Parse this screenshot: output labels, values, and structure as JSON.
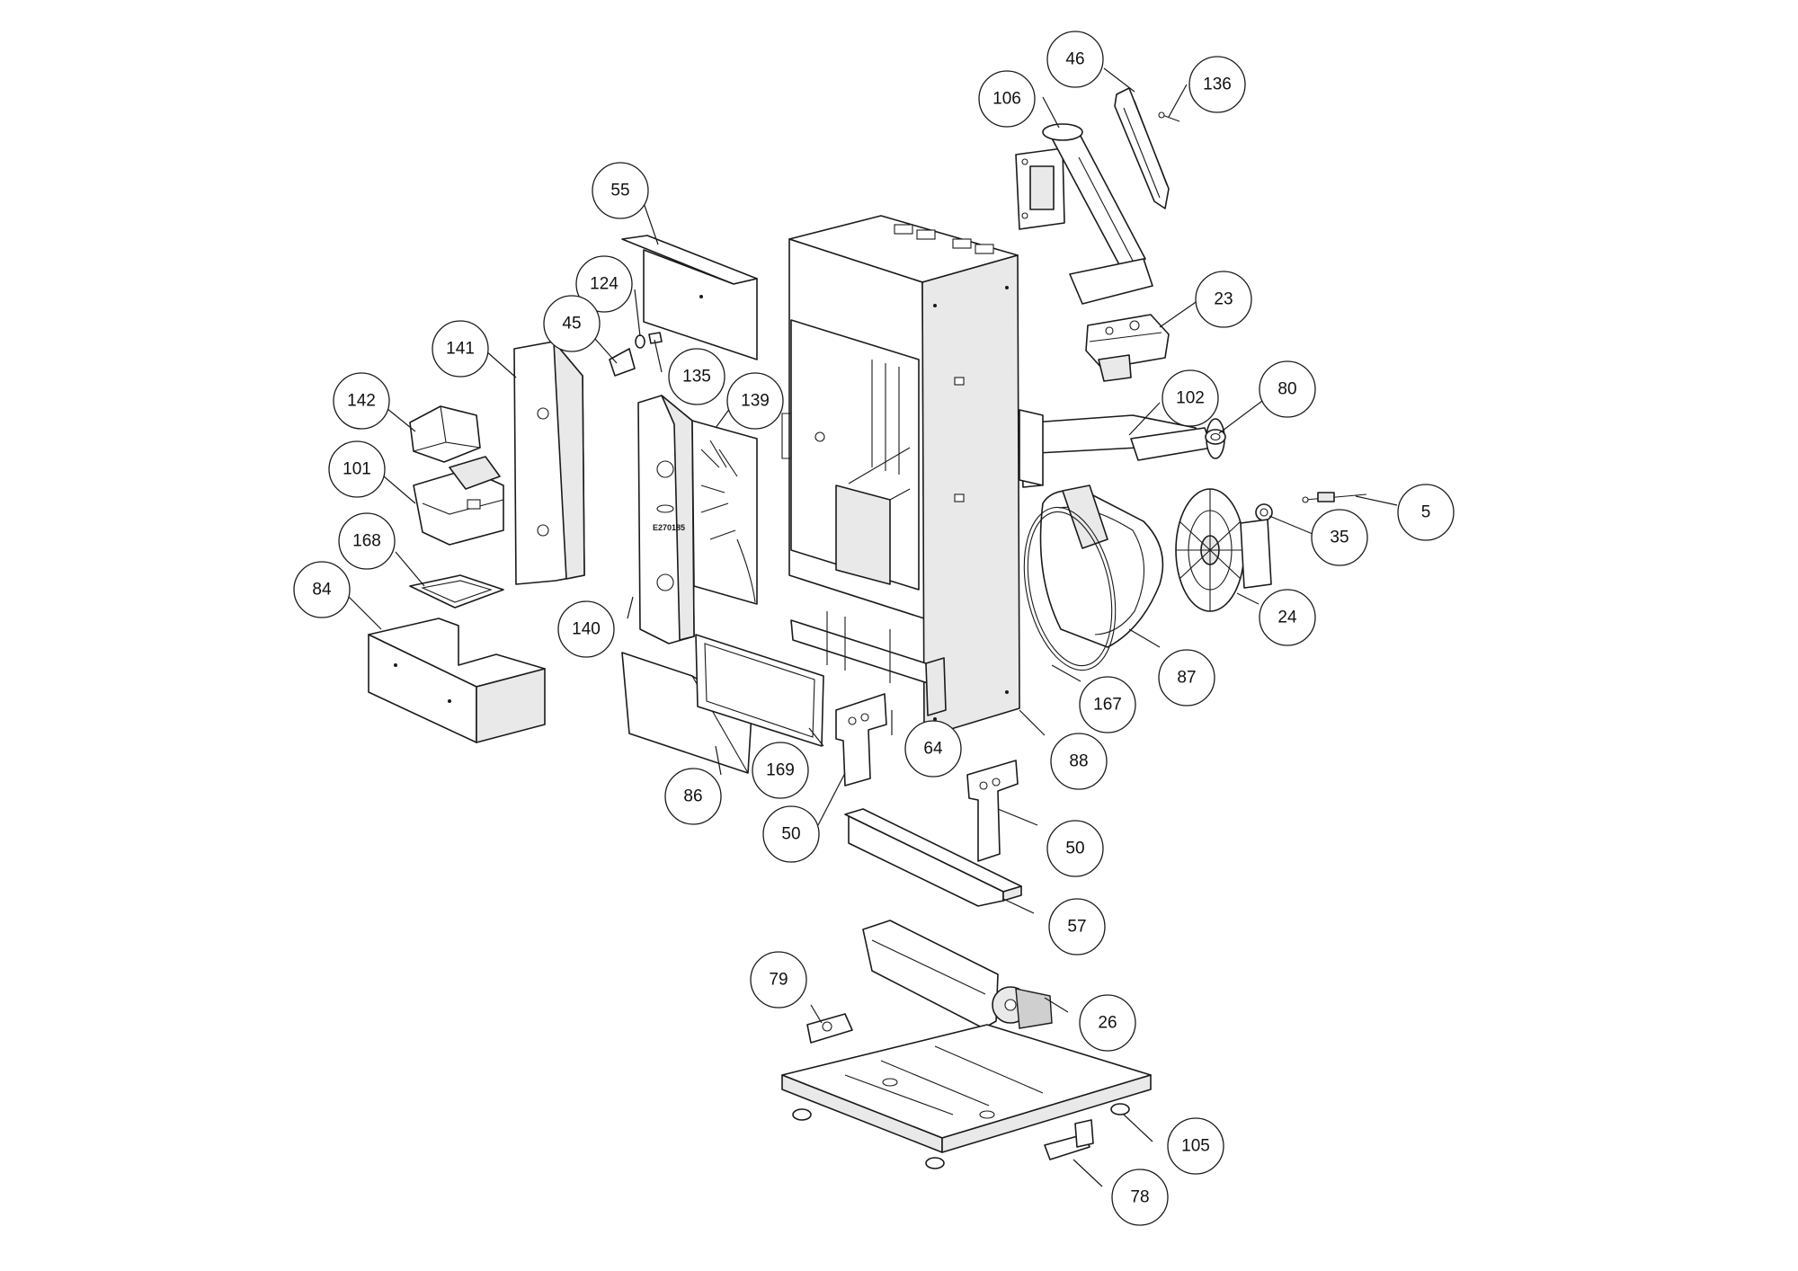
{
  "diagram": {
    "stamp_text": "E270185",
    "callouts": [
      {
        "id": "46",
        "label": "46"
      },
      {
        "id": "136",
        "label": "136"
      },
      {
        "id": "106",
        "label": "106"
      },
      {
        "id": "55",
        "label": "55"
      },
      {
        "id": "124",
        "label": "124"
      },
      {
        "id": "45",
        "label": "45"
      },
      {
        "id": "141",
        "label": "141"
      },
      {
        "id": "135",
        "label": "135"
      },
      {
        "id": "139",
        "label": "139"
      },
      {
        "id": "142",
        "label": "142"
      },
      {
        "id": "101",
        "label": "101"
      },
      {
        "id": "23",
        "label": "23"
      },
      {
        "id": "102",
        "label": "102"
      },
      {
        "id": "80",
        "label": "80"
      },
      {
        "id": "5",
        "label": "5"
      },
      {
        "id": "35",
        "label": "35"
      },
      {
        "id": "168",
        "label": "168"
      },
      {
        "id": "84",
        "label": "84"
      },
      {
        "id": "140",
        "label": "140"
      },
      {
        "id": "24",
        "label": "24"
      },
      {
        "id": "87",
        "label": "87"
      },
      {
        "id": "167",
        "label": "167"
      },
      {
        "id": "64",
        "label": "64"
      },
      {
        "id": "169",
        "label": "169"
      },
      {
        "id": "88",
        "label": "88"
      },
      {
        "id": "86",
        "label": "86"
      },
      {
        "id": "50a",
        "label": "50"
      },
      {
        "id": "50b",
        "label": "50"
      },
      {
        "id": "57",
        "label": "57"
      },
      {
        "id": "79",
        "label": "79"
      },
      {
        "id": "26",
        "label": "26"
      },
      {
        "id": "105",
        "label": "105"
      },
      {
        "id": "78",
        "label": "78"
      }
    ]
  }
}
